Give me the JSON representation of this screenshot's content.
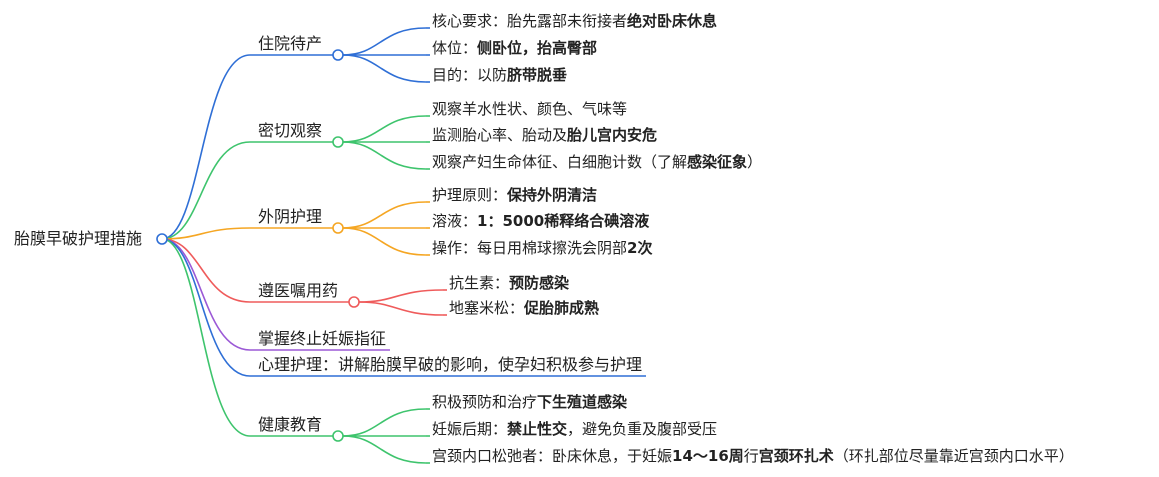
{
  "colors": {
    "blue": "#2f6fd6",
    "green": "#3ec46d",
    "orange": "#f5a623",
    "red": "#ef5b5b",
    "purple": "#9b59d6"
  },
  "root": {
    "label": "胎膜早破护理措施"
  },
  "branches": [
    {
      "label": "住院待产",
      "color": "blue",
      "children": [
        {
          "parts": [
            {
              "text": "核心要求：胎先露部未衔接者",
              "bold": false
            },
            {
              "text": "绝对卧床休息",
              "bold": true
            }
          ]
        },
        {
          "parts": [
            {
              "text": "体位：",
              "bold": false
            },
            {
              "text": "侧卧位，抬高臀部",
              "bold": true
            }
          ]
        },
        {
          "parts": [
            {
              "text": "目的：以防",
              "bold": false
            },
            {
              "text": "脐带脱垂",
              "bold": true
            }
          ]
        }
      ]
    },
    {
      "label": "密切观察",
      "color": "green",
      "children": [
        {
          "parts": [
            {
              "text": "观察羊水性状、颜色、气味等",
              "bold": false
            }
          ]
        },
        {
          "parts": [
            {
              "text": "监测胎心率、胎动及",
              "bold": false
            },
            {
              "text": "胎儿宫内安危",
              "bold": true
            }
          ]
        },
        {
          "parts": [
            {
              "text": "观察产妇生命体征、白细胞计数（了解",
              "bold": false
            },
            {
              "text": "感染征象",
              "bold": true
            },
            {
              "text": "）",
              "bold": false
            }
          ]
        }
      ]
    },
    {
      "label": "外阴护理",
      "color": "orange",
      "children": [
        {
          "parts": [
            {
              "text": "护理原则：",
              "bold": false
            },
            {
              "text": "保持外阴清洁",
              "bold": true
            }
          ]
        },
        {
          "parts": [
            {
              "text": "溶液：",
              "bold": false
            },
            {
              "text": "1：5000稀释络合碘溶液",
              "bold": true
            }
          ]
        },
        {
          "parts": [
            {
              "text": "操作：每日用棉球擦洗会阴部",
              "bold": false
            },
            {
              "text": "2次",
              "bold": true
            }
          ]
        }
      ]
    },
    {
      "label": "遵医嘱用药",
      "color": "red",
      "children": [
        {
          "parts": [
            {
              "text": "抗生素：",
              "bold": false
            },
            {
              "text": "预防感染",
              "bold": true
            }
          ]
        },
        {
          "parts": [
            {
              "text": "地塞米松：",
              "bold": false
            },
            {
              "text": "促胎肺成熟",
              "bold": true
            }
          ]
        }
      ]
    },
    {
      "label": "掌握终止妊娠指征",
      "color": "purple",
      "children": []
    },
    {
      "label": "心理护理：讲解胎膜早破的影响，使孕妇积极参与护理",
      "color": "blue",
      "children": []
    },
    {
      "label": "健康教育",
      "color": "green",
      "children": [
        {
          "parts": [
            {
              "text": "积极预防和治疗",
              "bold": false
            },
            {
              "text": "下生殖道感染",
              "bold": true
            }
          ]
        },
        {
          "parts": [
            {
              "text": "妊娠后期：",
              "bold": false
            },
            {
              "text": "禁止性交",
              "bold": true
            },
            {
              "text": "，避免负重及腹部受压",
              "bold": false
            }
          ]
        },
        {
          "parts": [
            {
              "text": "宫颈内口松弛者：卧床休息，于妊娠",
              "bold": false
            },
            {
              "text": "14～16周",
              "bold": true
            },
            {
              "text": "行",
              "bold": false
            },
            {
              "text": "宫颈环扎术",
              "bold": true
            },
            {
              "text": "（环扎部位尽量靠近宫颈内口水平）",
              "bold": false
            }
          ]
        }
      ]
    }
  ]
}
